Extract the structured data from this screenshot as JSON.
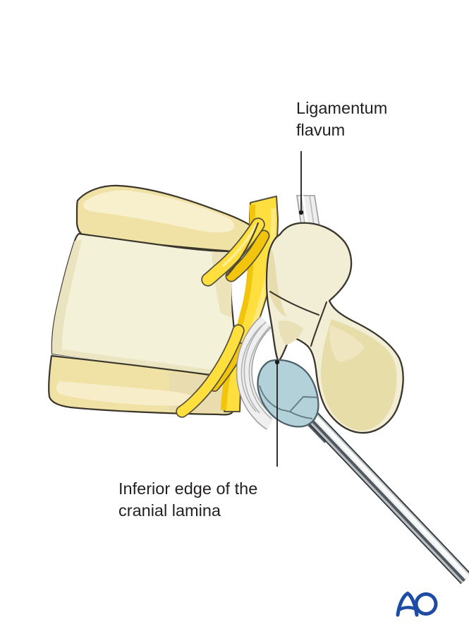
{
  "illustration": {
    "description_labels": {
      "ligamentum_flavum": {
        "line1": "Ligamentum",
        "line2": "flavum"
      },
      "inferior_edge": {
        "line1": "Inferior edge of the",
        "line2": "cranial lamina"
      }
    },
    "colors": {
      "background": "#ffffff",
      "bone_fill": "#f2edd5",
      "bone_shade": "#e7dda9",
      "body_fill": "#f4f1d9",
      "disc_fill": "#f0e1a4",
      "disc_highlight": "#f8efcd",
      "nerve_yellow": "#ffdf3d",
      "nerve_gold": "#f2c40c",
      "outline_dark": "#3a362c",
      "ligament_gray": "#ededed",
      "ligament_stripe": "#b3b3b3",
      "instrument_head_blue": "#b2d1d8",
      "shaft_gray": "#b9bfc2",
      "leader_line": "#1c1c1c",
      "text": "#231f20",
      "logo_blue": "#1e4ba4"
    }
  },
  "footer": {
    "logo_text": "AO"
  }
}
